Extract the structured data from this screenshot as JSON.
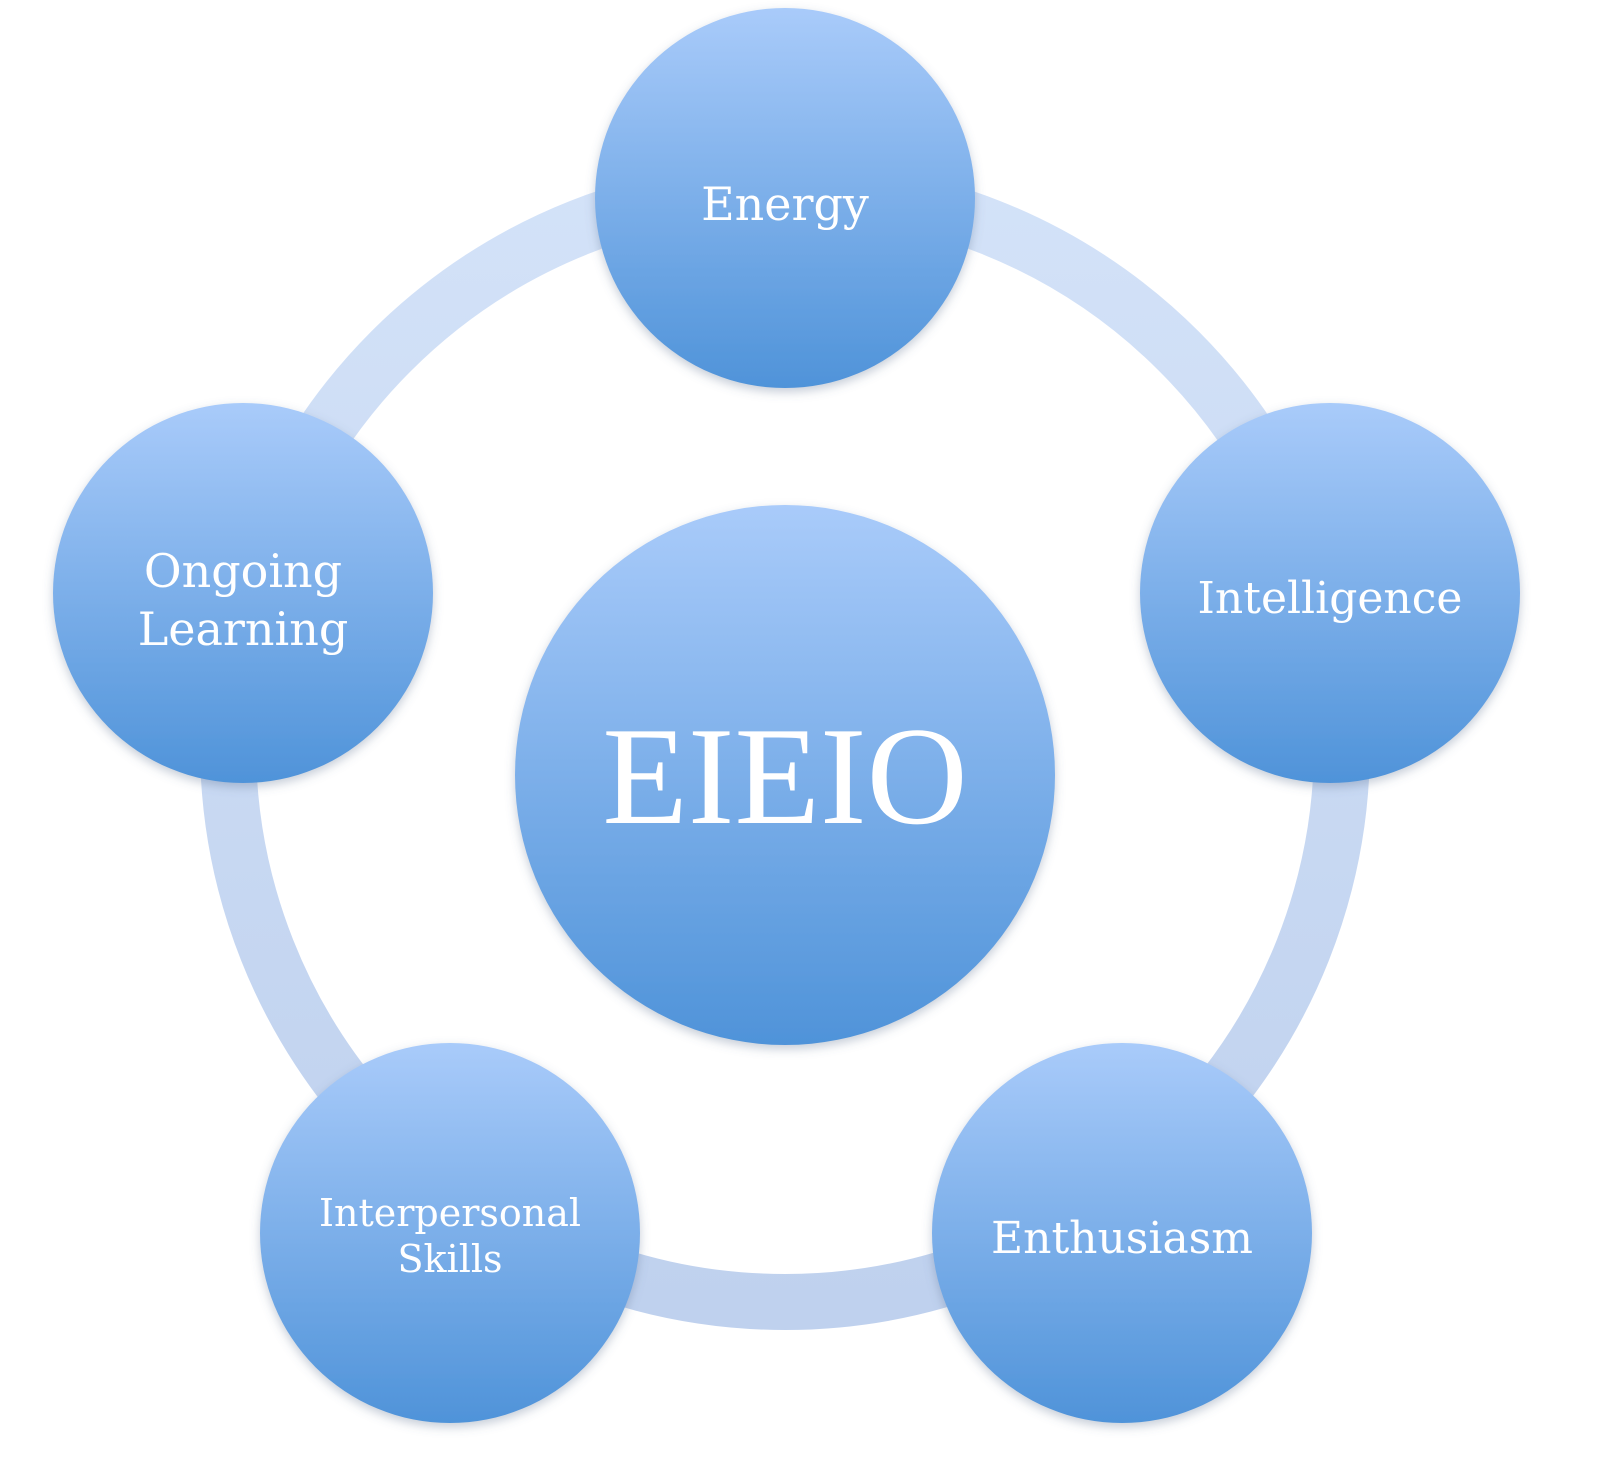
{
  "diagram": {
    "center": {
      "label": "EIEIO"
    },
    "nodes": [
      {
        "id": "energy",
        "lines": [
          "Energy"
        ]
      },
      {
        "id": "intelligence",
        "lines": [
          "Intelligence"
        ]
      },
      {
        "id": "enthusiasm",
        "lines": [
          "Enthusiasm"
        ]
      },
      {
        "id": "interpersonal-skills",
        "lines": [
          "Interpersonal",
          "Skills"
        ]
      },
      {
        "id": "ongoing-learning",
        "lines": [
          "Ongoing",
          "Learning"
        ]
      }
    ]
  },
  "colors": {
    "node_top": "#a9cbfa",
    "node_bottom": "#4f93d9",
    "ring": "#c3d6f2",
    "text": "#ffffff"
  }
}
